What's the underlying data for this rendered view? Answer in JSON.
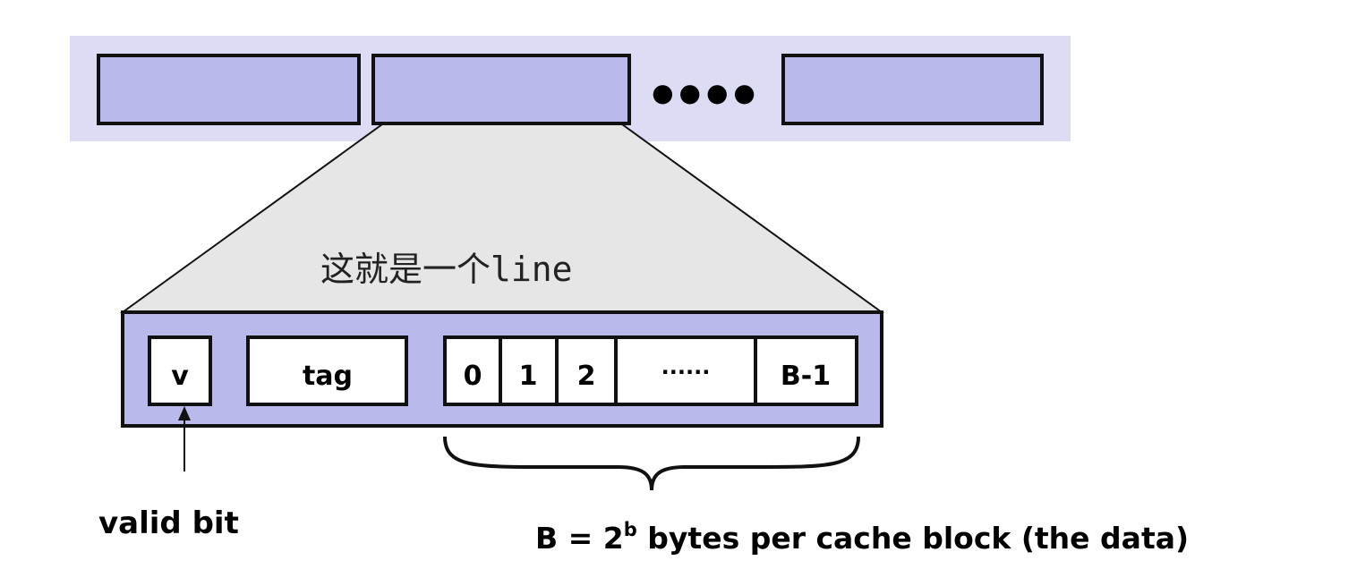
{
  "colors": {
    "set_background": "#dcdcf4",
    "line_fill": "#b9b9ec",
    "zoom_fill": "#e6e6e6",
    "stroke": "#111111"
  },
  "annotation": {
    "cjk": "这就是一个",
    "mono": "line"
  },
  "line": {
    "valid_label": "v",
    "tag_label": "tag",
    "bytes": [
      "0",
      "1",
      "2",
      "······",
      "B-1"
    ]
  },
  "set_row": {
    "ellipsis": "●●●●"
  },
  "labels": {
    "valid_bit": "valid bit",
    "block_prefix": "B = 2",
    "block_exponent": "b",
    "block_suffix": " bytes per cache block (the data)"
  }
}
